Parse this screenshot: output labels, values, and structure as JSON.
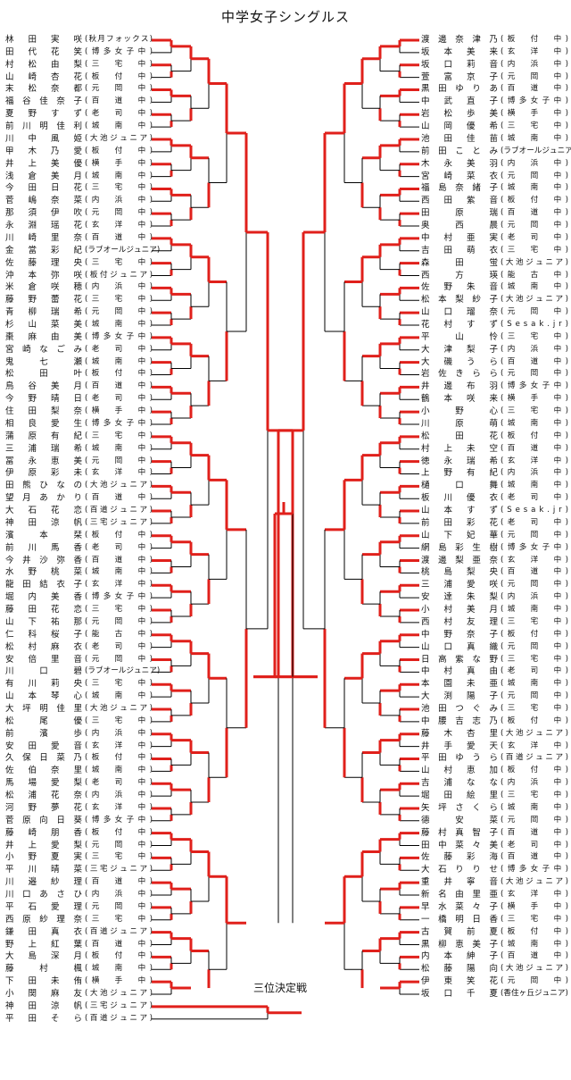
{
  "title": "中学女子シングルス",
  "third_place_label": "三位決定戦",
  "colors": {
    "winner_line": "#e0201b",
    "line": "#000000"
  },
  "left": [
    {
      "name": "林　田　実　咲",
      "school": "(秋月フォックス)"
    },
    {
      "name": "田　代　花　笑",
      "school": "(博多女子中)"
    },
    {
      "name": "村　松　由　梨",
      "school": "(三　宅　中)"
    },
    {
      "name": "山　崎　杏　花",
      "school": "(板　付　中)"
    },
    {
      "name": "末　松　奈　都",
      "school": "(元　岡　中)"
    },
    {
      "name": "福　谷　佳奈子",
      "school": "(百　道　中)"
    },
    {
      "name": "夏　野　す　ず",
      "school": "(老　司　中)"
    },
    {
      "name": "前　川　明佳利",
      "school": "(城　南　中)"
    },
    {
      "name": "川　中　風　姫",
      "school": "(大池ジュニア)"
    },
    {
      "name": "甲　木　乃　愛",
      "school": "(板　付　中)"
    },
    {
      "name": "井　上　美　優",
      "school": "(横　手　中)"
    },
    {
      "name": "浅　倉　美　月",
      "school": "(城　南　中)"
    },
    {
      "name": "今　田　日　花",
      "school": "(三　宅　中)"
    },
    {
      "name": "菅　嶋　奈　菜",
      "school": "(内　浜　中)"
    },
    {
      "name": "那　須　伊　吹",
      "school": "(元　岡　中)"
    },
    {
      "name": "永　淵　瑶　花",
      "school": "(玄　洋　中)"
    },
    {
      "name": "川　崎　里　奈",
      "school": "(百　道　中)"
    },
    {
      "name": "金　當　彩　紀",
      "school": "(ラブオールジュニア)"
    },
    {
      "name": "佐　藤　理　央",
      "school": "(三　宅　中)"
    },
    {
      "name": "沖　本　弥　咲",
      "school": "(板付ジュニア)"
    },
    {
      "name": "米　倉　咲　穂",
      "school": "(内　浜　中)"
    },
    {
      "name": "藤　野　蕾　花",
      "school": "(三　宅　中)"
    },
    {
      "name": "青　柳　瑞　希",
      "school": "(元　岡　中)"
    },
    {
      "name": "杉　山　菜　美",
      "school": "(城　南　中)"
    },
    {
      "name": "棗　　麻由美",
      "school": "(博多女子中)"
    },
    {
      "name": "宮崎　なごみ",
      "school": "(老　司　中)"
    },
    {
      "name": "鬼　　七　瀬",
      "school": "(城　南　中)"
    },
    {
      "name": "松　田　　叶",
      "school": "(板　付　中)"
    },
    {
      "name": "鳥　谷　美　月",
      "school": "(百　道　中)"
    },
    {
      "name": "今　野　晴　日",
      "school": "(老　司　中)"
    },
    {
      "name": "住　田　梨　奈",
      "school": "(横　手　中)"
    },
    {
      "name": "相　良　愛　生",
      "school": "(博多女子中)"
    },
    {
      "name": "蒲　原　有　紀",
      "school": "(三　宅　中)"
    },
    {
      "name": "三　浦　瑞　希",
      "school": "(城　南　中)"
    },
    {
      "name": "冨　永　恵　美",
      "school": "(元　岡　中)"
    },
    {
      "name": "伊　原　彩　未",
      "school": "(玄　洋　中)"
    },
    {
      "name": "田熊　ひなの",
      "school": "(大池ジュニア)"
    },
    {
      "name": "望月　あかり",
      "school": "(百　道　中)"
    },
    {
      "name": "大　石　花　恋",
      "school": "(百道ジュニア)"
    },
    {
      "name": "神　田　涼　帆",
      "school": "(三宅ジュニア)"
    },
    {
      "name": "濱　本　　栞",
      "school": "(板　付　中)"
    },
    {
      "name": "前　川　馬　香",
      "school": "(老　司　中)"
    },
    {
      "name": "今　井　沙弥香",
      "school": "(百　道　中)"
    },
    {
      "name": "水　野　桃　菜",
      "school": "(城　南　中)"
    },
    {
      "name": "龍　田　結衣子",
      "school": "(玄　洋　中)"
    },
    {
      "name": "堀　内　美　香",
      "school": "(博多女子中)"
    },
    {
      "name": "藤　田　花　恋",
      "school": "(三　宅　中)"
    },
    {
      "name": "山　下　祐　那",
      "school": "(元　岡　中)"
    },
    {
      "name": "仁　科　桜　子",
      "school": "(能　古　中)"
    },
    {
      "name": "松　村　麻　衣",
      "school": "(老　司　中)"
    },
    {
      "name": "安　倍　里　音",
      "school": "(元　岡　中)"
    },
    {
      "name": "川　　口　　碧",
      "school": "(ラブオールジュニア)"
    },
    {
      "name": "有　川　莉　央",
      "school": "(三　宅　中)"
    },
    {
      "name": "山　本　琴　心",
      "school": "(城　南　中)"
    },
    {
      "name": "大　坪　明佳里",
      "school": "(大池ジュニア)"
    },
    {
      "name": "松　尾　　優",
      "school": "(三　宅　中)"
    },
    {
      "name": "前　濱　　歩",
      "school": "(内　浜　中)"
    },
    {
      "name": "安　田　愛　音",
      "school": "(玄　洋　中)"
    },
    {
      "name": "久　保　日菜乃",
      "school": "(板　付　中)"
    },
    {
      "name": "佐　伯　奈　里",
      "school": "(城　南　中)"
    },
    {
      "name": "馬　場　愛　梨",
      "school": "(老　司　中)"
    },
    {
      "name": "松　浦　花　奈",
      "school": "(内　浜　中)"
    },
    {
      "name": "河　野　夢　花",
      "school": "(玄　洋　中)"
    },
    {
      "name": "菅　原　向日葵",
      "school": "(博多女子中)"
    },
    {
      "name": "藤　崎　朋　香",
      "school": "(板　付　中)"
    },
    {
      "name": "井　上　愛　梨",
      "school": "(元　岡　中)"
    },
    {
      "name": "小　野　夏　実",
      "school": "(三　宅　中)"
    },
    {
      "name": "平　川　晴　菜",
      "school": "(三宅ジュニア)"
    },
    {
      "name": "川　邉　紗　理",
      "school": "(百　道　中)"
    },
    {
      "name": "川口　あさひ",
      "school": "(内　浜　中)"
    },
    {
      "name": "平　石　愛　理",
      "school": "(元　岡　中)"
    },
    {
      "name": "西　原　紗理奈",
      "school": "(三　宅　中)"
    },
    {
      "name": "鎌　田　真　衣",
      "school": "(百道ジュニア)"
    },
    {
      "name": "野　上　紅　葉",
      "school": "(百　道　中)"
    },
    {
      "name": "大　島　深　月",
      "school": "(板　付　中)"
    },
    {
      "name": "藤　　村　　楓",
      "school": "(城　南　中)"
    },
    {
      "name": "下　田　未　侑",
      "school": "(横　手　中)"
    },
    {
      "name": "小　関　麻　友",
      "school": "(大池ジュニア)"
    },
    {
      "name": "神　田　涼　帆",
      "school": "(三宅ジュニア)"
    },
    {
      "name": "平　田　そ　ら",
      "school": "(百道ジュニア)"
    }
  ],
  "right": [
    {
      "name": "渡　邊　奈津乃",
      "school": "(板　付　中)"
    },
    {
      "name": "坂　本　美　来",
      "school": "(玄　洋　中)"
    },
    {
      "name": "坂　口　莉　音",
      "school": "(内　浜　中)"
    },
    {
      "name": "萱　富　京　子",
      "school": "(元　岡　中)"
    },
    {
      "name": "黒田　ゆりあ",
      "school": "(百　道　中)"
    },
    {
      "name": "中　武　直　子",
      "school": "(博多女子中)"
    },
    {
      "name": "岩　松　歩　美",
      "school": "(横　手　中)"
    },
    {
      "name": "山　岡　優　希",
      "school": "(三　宅　中)"
    },
    {
      "name": "池　田　佳　苗",
      "school": "(城　南　中)"
    },
    {
      "name": "前田　ことみ",
      "school": "(ラブオールジュニア)"
    },
    {
      "name": "木　永　美　羽",
      "school": "(内　浜　中)"
    },
    {
      "name": "宮　崎　菜　衣",
      "school": "(元　岡　中)"
    },
    {
      "name": "福　島　奈緒子",
      "school": "(城　南　中)"
    },
    {
      "name": "西　田　紫　音",
      "school": "(板　付　中)"
    },
    {
      "name": "田　原　　瑞",
      "school": "(百　道　中)"
    },
    {
      "name": "奥　　西　　晨",
      "school": "(元　岡　中)"
    },
    {
      "name": "中　村　亜　実",
      "school": "(老　司　中)"
    },
    {
      "name": "吉　田　萌　衣",
      "school": "(三　宅　中)"
    },
    {
      "name": "森　田　　蛍",
      "school": "(大池ジュニア)"
    },
    {
      "name": "西　　方　　瑛",
      "school": "(能　古　中)"
    },
    {
      "name": "佐　野　朱　音",
      "school": "(城　南　中)"
    },
    {
      "name": "松本　梨紗子",
      "school": "(大池ジュニア)"
    },
    {
      "name": "山　口　瑠　奈",
      "school": "(元　岡　中)"
    },
    {
      "name": "花　村　す　ず",
      "school": "(Sesak.jr)"
    },
    {
      "name": "平　　山　　怜",
      "school": "(三　宅　中)"
    },
    {
      "name": "大　津　梨　子",
      "school": "(内　浜　中)"
    },
    {
      "name": "大　磯　う　ら",
      "school": "(百　道　中)"
    },
    {
      "name": "岩佐　きらら",
      "school": "(元　岡　中)"
    },
    {
      "name": "井　邊　布　羽",
      "school": "(博多女子中)"
    },
    {
      "name": "鶴　本　咲　来",
      "school": "(横　手　中)"
    },
    {
      "name": "小　野　　心",
      "school": "(三　宅　中)"
    },
    {
      "name": "川　　原　　萌",
      "school": "(城　南　中)"
    },
    {
      "name": "松　田　　花",
      "school": "(板　付　中)"
    },
    {
      "name": "村　上　未　空",
      "school": "(百　道　中)"
    },
    {
      "name": "徳　永　瑞　希",
      "school": "(玄　洋　中)"
    },
    {
      "name": "上　野　有　紀",
      "school": "(内　浜　中)"
    },
    {
      "name": "樋　口　　舞",
      "school": "(城　南　中)"
    },
    {
      "name": "板　川　優　衣",
      "school": "(老　司　中)"
    },
    {
      "name": "山　本　す　ず",
      "school": "(Sesak.jr)"
    },
    {
      "name": "前　田　彩　花",
      "school": "(老　司　中)"
    },
    {
      "name": "山　下　妃　華",
      "school": "(元　岡　中)"
    },
    {
      "name": "網　島　彩生樹",
      "school": "(博多女子中)"
    },
    {
      "name": "渡　邊　梨亜奈",
      "school": "(玄　洋　中)"
    },
    {
      "name": "桃　島　梨　央",
      "school": "(百　道　中)"
    },
    {
      "name": "三　浦　愛　咲",
      "school": "(元　岡　中)"
    },
    {
      "name": "安　達　朱　梨",
      "school": "(内　浜　中)"
    },
    {
      "name": "小　村　美　月",
      "school": "(城　南　中)"
    },
    {
      "name": "西　村　友　理",
      "school": "(三　宅　中)"
    },
    {
      "name": "中　野　奈　子",
      "school": "(板　付　中)"
    },
    {
      "name": "山　口　真　織",
      "school": "(元　岡　中)"
    },
    {
      "name": "日高　紫な野",
      "school": "(三　宅　中)"
    },
    {
      "name": "中　村　真　由",
      "school": "(老　司　中)"
    },
    {
      "name": "本　園　未　亜",
      "school": "(城　南　中)"
    },
    {
      "name": "大　渕　陽　子",
      "school": "(元　岡　中)"
    },
    {
      "name": "池田　つぐみ",
      "school": "(三　宅　中)"
    },
    {
      "name": "中　腰　吉志乃",
      "school": "(板　付　中)"
    },
    {
      "name": "藤　木　杏　里",
      "school": "(大池ジュニア)"
    },
    {
      "name": "井　手　愛　天",
      "school": "(玄　洋　中)"
    },
    {
      "name": "平田　ゆうら",
      "school": "(百道ジュニア)"
    },
    {
      "name": "山　村　恵　加",
      "school": "(板　付　中)"
    },
    {
      "name": "吉　浦　な　な",
      "school": "(内　浜　中)"
    },
    {
      "name": "堀　田　絵　里",
      "school": "(三　宅　中)"
    },
    {
      "name": "矢坪　さくら",
      "school": "(城　南　中)"
    },
    {
      "name": "德　　安　　菜",
      "school": "(元　岡　中)"
    },
    {
      "name": "藤　村　真智子",
      "school": "(百　道　中)"
    },
    {
      "name": "田　中　菜々美",
      "school": "(老　司　中)"
    },
    {
      "name": "佐　藤　彩　海",
      "school": "(百　道　中)"
    },
    {
      "name": "大石　りりせ",
      "school": "(博多女子中)"
    },
    {
      "name": "重　井　寧　音",
      "school": "(大池ジュニア)"
    },
    {
      "name": "新　名　由里亜",
      "school": "(玄　洋　中)"
    },
    {
      "name": "早　水　菜々子",
      "school": "(横　手　中)"
    },
    {
      "name": "一　橋　明日香",
      "school": "(三　宅　中)"
    },
    {
      "name": "古　賀　前　夏",
      "school": "(板　付　中)"
    },
    {
      "name": "黒　柳　恵美子",
      "school": "(城　南　中)"
    },
    {
      "name": "内　本　紳　子",
      "school": "(百　道　中)"
    },
    {
      "name": "松　藤　陽　向",
      "school": "(大池ジュニア)"
    },
    {
      "name": "伊　東　笑　花",
      "school": "(元　岡　中)"
    },
    {
      "name": "坂　口　千　夏",
      "school": "(香住ヶ丘ジュニア)"
    }
  ]
}
